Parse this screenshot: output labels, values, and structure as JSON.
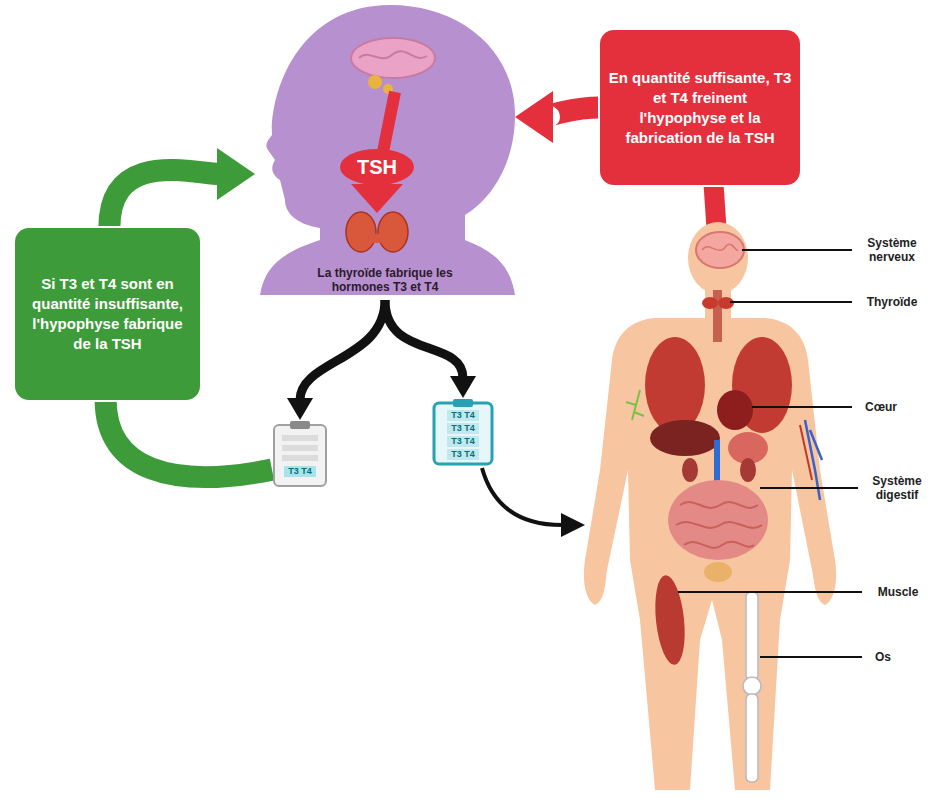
{
  "diagram": {
    "nodes": [
      {
        "text": [
          "La thyroïde fabrique les hormones T3 et T4"
        ]
      },
      {
        "text": [
          "TSH"
        ],
        "in": 0
      },
      {
        "text": [
          "En quantité suffisante, T3 et T4 freinent l'hypophyse et la fabrication de la TSH"
        ]
      },
      {
        "text": [
          "Si T3 et T4 sont en quantité insuffisante, l'hypophyse fabrique de la TSH"
        ]
      },
      {
        "text": [
          "T3 T4"
        ]
      },
      {
        "text": [
          "T3 T4",
          "T3 T4",
          "T3 T4",
          "T3 T4"
        ]
      }
    ],
    "edges": [
      {
        "from": 0,
        "to": 4,
        "arrow": "to"
      },
      {
        "from": 0,
        "to": 5,
        "arrow": "to"
      },
      {
        "from": 2,
        "to": 0,
        "arrow": "to"
      },
      {
        "from": 4,
        "to": 3,
        "arrow": "none"
      },
      {
        "from": 3,
        "to": 0,
        "arrow": "to"
      }
    ],
    "labels": [
      "Système nerveux",
      "Thyroïde",
      "Cœur",
      "Système digestif",
      "Muscle",
      "Os"
    ]
  }
}
